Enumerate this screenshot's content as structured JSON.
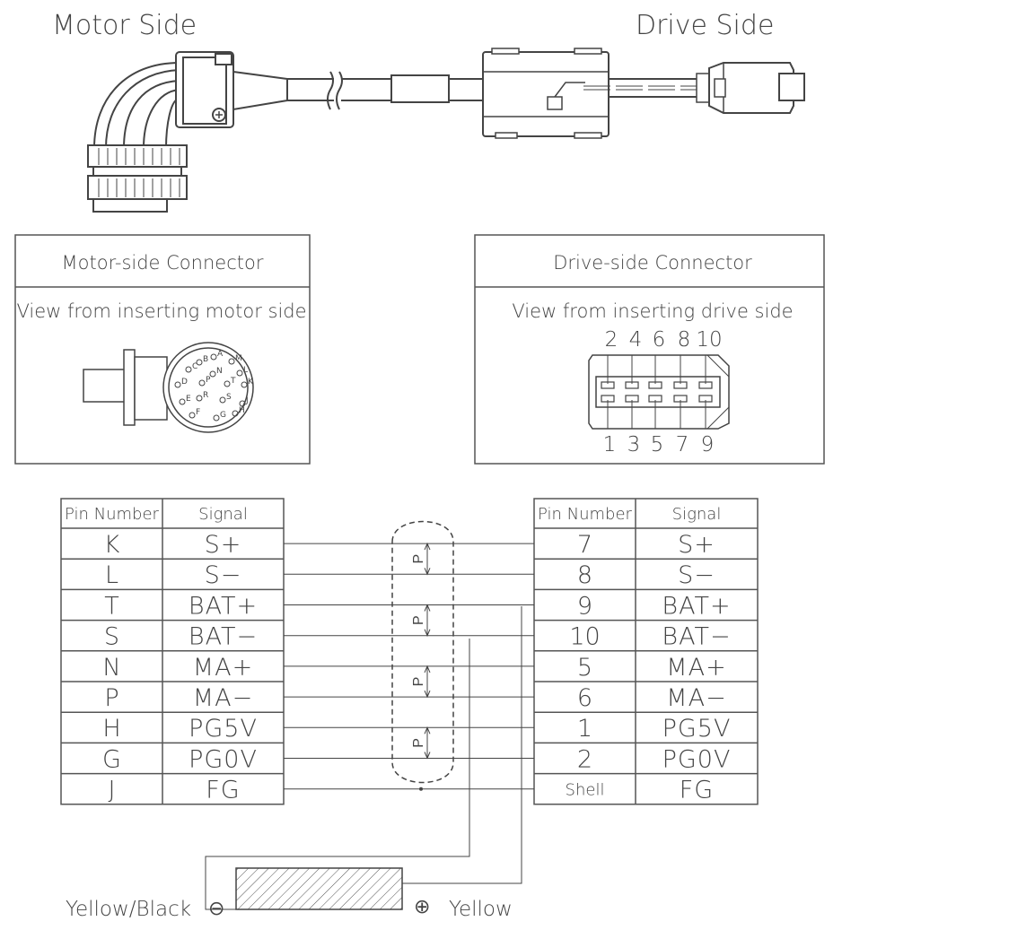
{
  "headings": {
    "motor_side": "Motor Side",
    "drive_side": "Drive Side"
  },
  "motor_connector": {
    "title": "Motor-side Connector",
    "subtitle": "View from inserting motor side",
    "pins": [
      "A",
      "B",
      "C",
      "D",
      "E",
      "F",
      "G",
      "H",
      "J",
      "K",
      "L",
      "M",
      "N",
      "P",
      "R",
      "S",
      "T"
    ]
  },
  "drive_connector": {
    "title": "Drive-side Connector",
    "subtitle": "View from inserting drive side",
    "top_pins": [
      "2",
      "4",
      "6",
      "8",
      "10"
    ],
    "bottom_pins": [
      "1",
      "3",
      "5",
      "7",
      "9"
    ]
  },
  "left_table": {
    "headers": [
      "Pin Number",
      "Signal"
    ],
    "rows": [
      {
        "pin": "K",
        "signal": "S+"
      },
      {
        "pin": "L",
        "signal": "S−"
      },
      {
        "pin": "T",
        "signal": "BAT+"
      },
      {
        "pin": "S",
        "signal": "BAT−"
      },
      {
        "pin": "N",
        "signal": "MA+"
      },
      {
        "pin": "P",
        "signal": "MA−"
      },
      {
        "pin": "H",
        "signal": "PG5V"
      },
      {
        "pin": "G",
        "signal": "PG0V"
      },
      {
        "pin": "J",
        "signal": "FG"
      }
    ]
  },
  "right_table": {
    "headers": [
      "Pin Number",
      "Signal"
    ],
    "rows": [
      {
        "pin": "7",
        "signal": "S+"
      },
      {
        "pin": "8",
        "signal": "S−"
      },
      {
        "pin": "9",
        "signal": "BAT+"
      },
      {
        "pin": "10",
        "signal": "BAT−"
      },
      {
        "pin": "5",
        "signal": "MA+"
      },
      {
        "pin": "6",
        "signal": "MA−"
      },
      {
        "pin": "1",
        "signal": "PG5V"
      },
      {
        "pin": "2",
        "signal": "PG0V"
      },
      {
        "pin": "Shell",
        "signal": "FG"
      }
    ]
  },
  "twisted_pair_label": "P",
  "battery": {
    "neg_symbol": "⊖",
    "pos_symbol": "⊕",
    "neg_wire": "Yellow/Black",
    "pos_wire": "Yellow"
  }
}
